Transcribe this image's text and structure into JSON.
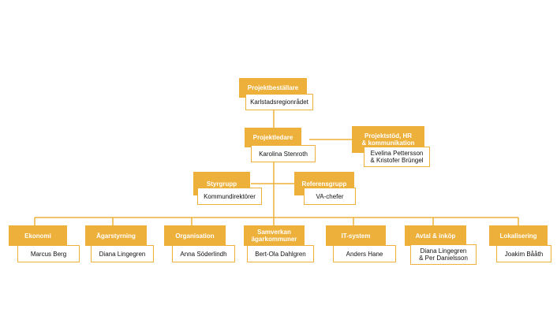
{
  "colors": {
    "accent": "#EDB03A",
    "text_on_accent": "#FFFFFF",
    "name_text": "#111111"
  },
  "nodes": {
    "projektbestallare": {
      "role": "Projektbeställare",
      "name": "Karlstadsregionrådet"
    },
    "projektledare": {
      "role": "Projektledare",
      "name": "Karolina Stenroth"
    },
    "projektstod": {
      "role": "Projektstöd, HR\n& kommunikation",
      "name": "Evelina Pettersson\n& Kristofer Brüngel"
    },
    "styrgrupp": {
      "role": "Styrgrupp",
      "name": "Kommundirektörer"
    },
    "referensgrupp": {
      "role": "Referensgrupp",
      "name": "VA-chefer"
    },
    "ekonomi": {
      "role": "Ekonomi",
      "name": "Marcus Berg"
    },
    "agarstyrning": {
      "role": "Ägarstyrning",
      "name": "Diana Lingegren"
    },
    "organisation": {
      "role": "Organisation",
      "name": "Anna Söderlindh"
    },
    "samverkan": {
      "role": "Samverkan\nägarkommuner",
      "name": "Bert-Ola Dahlgren"
    },
    "itsystem": {
      "role": "IT-system",
      "name": "Anders Hane"
    },
    "avtal": {
      "role": "Avtal & inköp",
      "name": "Diana Lingegren\n& Per Danielsson"
    },
    "lokalisering": {
      "role": "Lokalisering",
      "name": "Joakim Bååth"
    }
  }
}
